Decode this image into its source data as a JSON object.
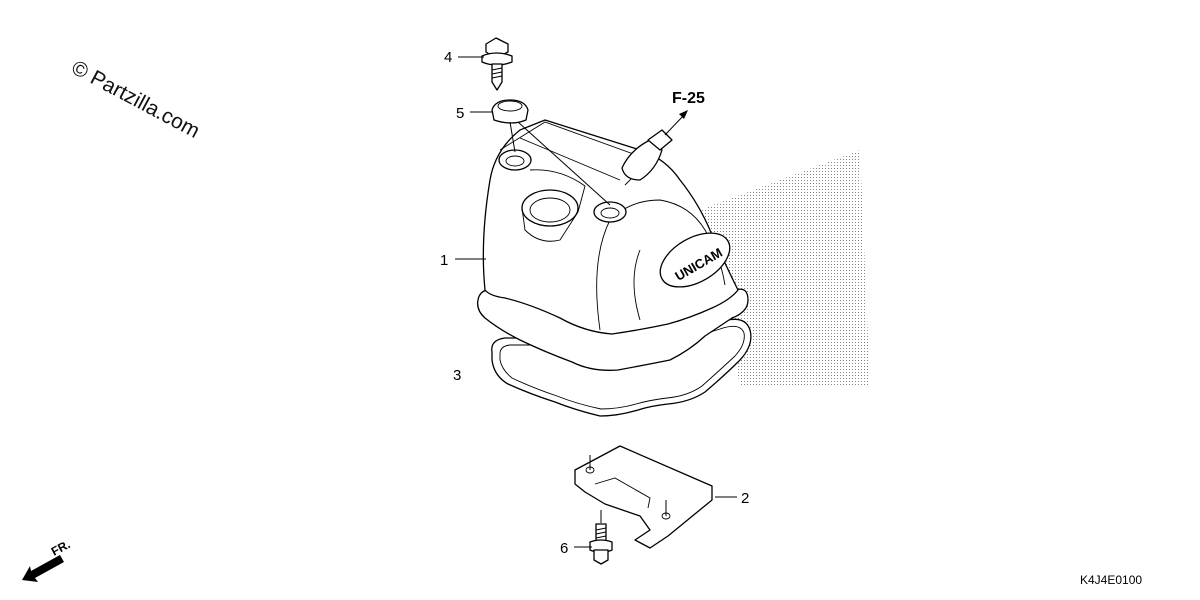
{
  "watermark": "© Partzilla.com",
  "reference": "F-25",
  "diagram_code": "K4J4E0100",
  "direction_label": "FR.",
  "cover_logo": "UNICAM",
  "callouts": [
    {
      "id": "1",
      "text": "1"
    },
    {
      "id": "2",
      "text": "2"
    },
    {
      "id": "3",
      "text": "3"
    },
    {
      "id": "4",
      "text": "4"
    },
    {
      "id": "5",
      "text": "5"
    },
    {
      "id": "6",
      "text": "6"
    }
  ]
}
